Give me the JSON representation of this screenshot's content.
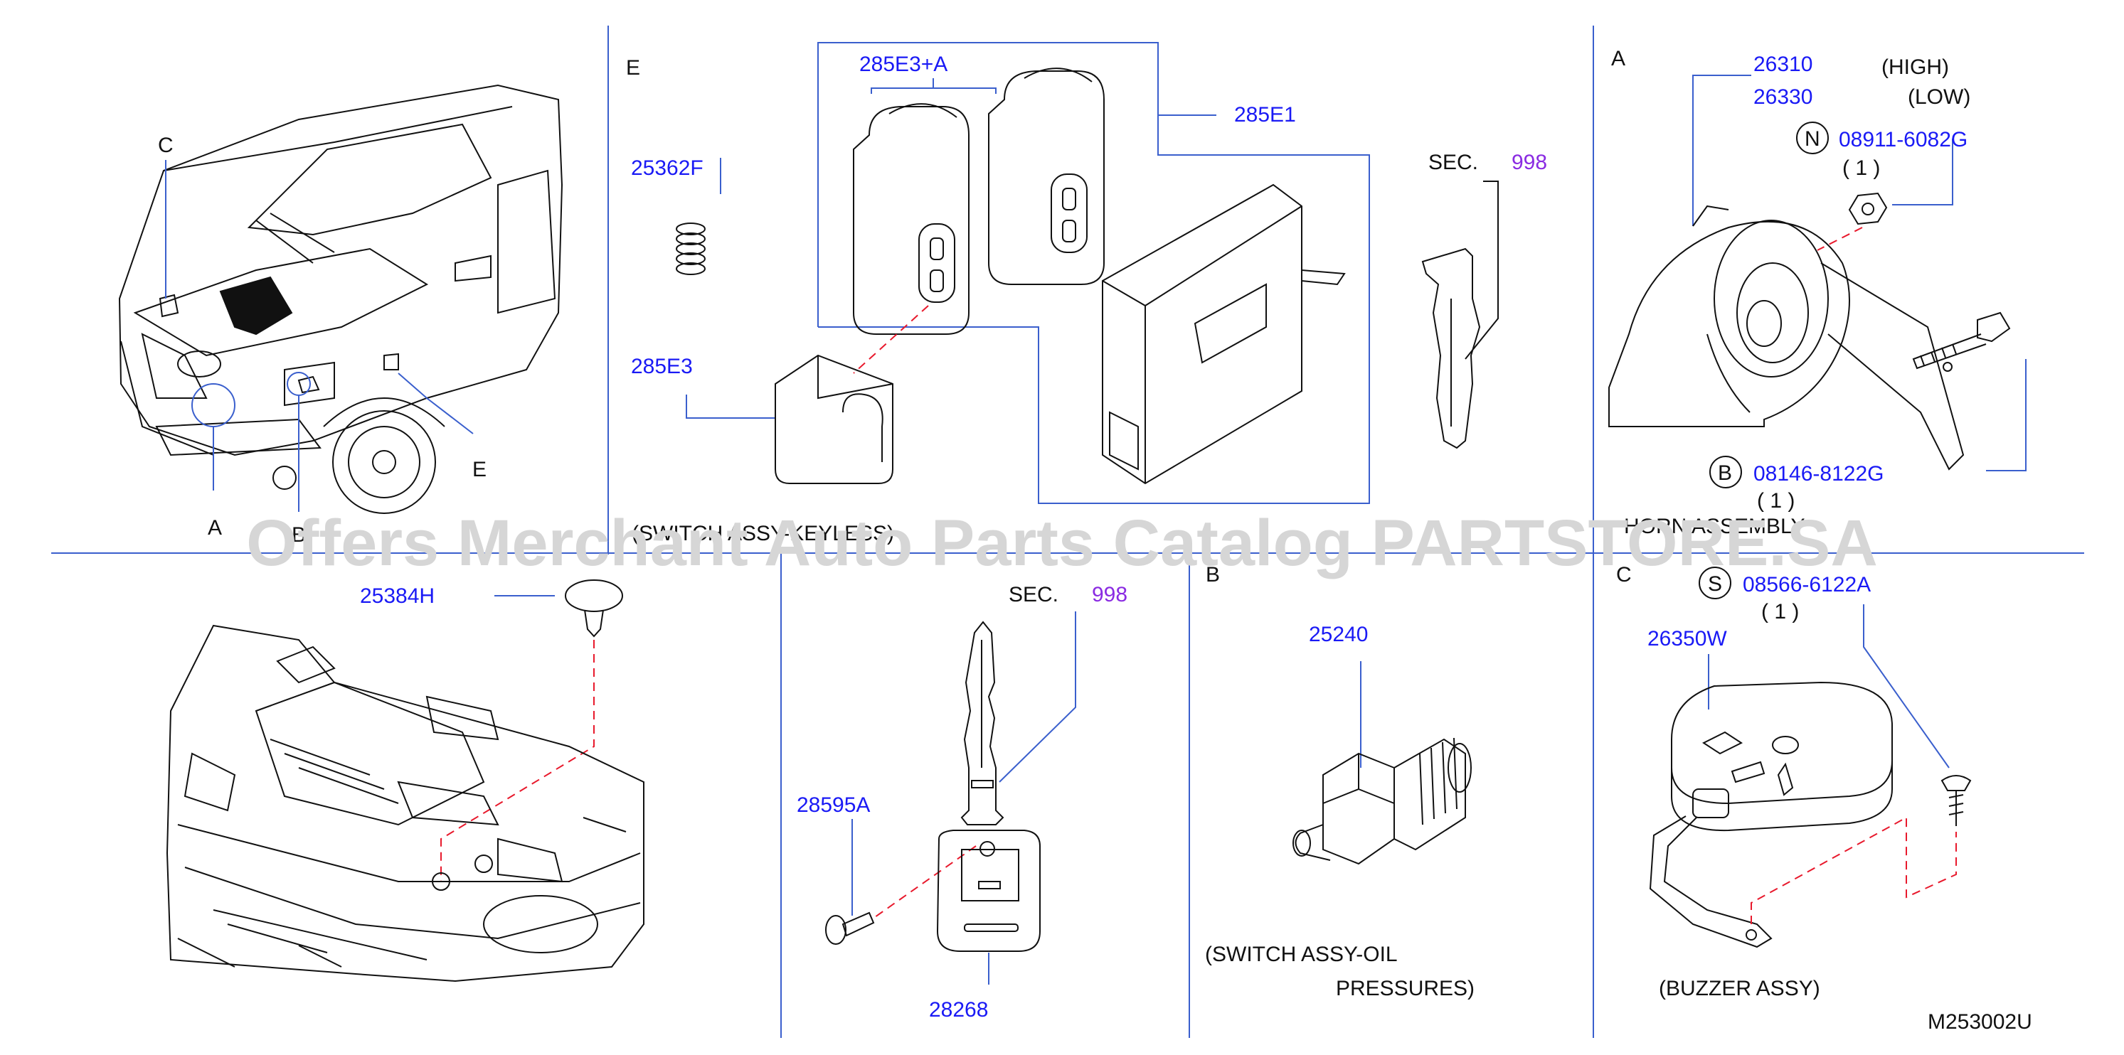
{
  "watermark": "Offers Merchant Auto Parts Catalog PARTSTORE.SA",
  "figure_code": "M253002U",
  "colors": {
    "part_number": "#1a1af5",
    "section_ref": "#8a2be2",
    "line": "#111111",
    "leader_dashed": "#e8192c",
    "section_divider": "#3a5fcd",
    "watermark": "#d6d6d6"
  },
  "vehicle": {
    "callouts": [
      "C",
      "E",
      "B",
      "A"
    ]
  },
  "panel_e": {
    "letter": "E",
    "parts": [
      "285E3+A",
      "285E1",
      "25362F",
      "285E3"
    ],
    "sec_label": "SEC.",
    "sec_number": "998",
    "caption": "(SWITCH ASSY-KEYLESS)"
  },
  "panel_a": {
    "letter": "A",
    "horn_high": "26310",
    "horn_high_note": "(HIGH)",
    "horn_low": "26330",
    "horn_low_note": "(LOW)",
    "nut_letter": "N",
    "nut_part": "08911-6082G",
    "nut_qty": "( 1 )",
    "bolt_letter": "B",
    "bolt_part": "08146-8122G",
    "bolt_qty": "( 1 )",
    "caption": "HORN ASSEMBLY"
  },
  "panel_floor": {
    "part": "25384H"
  },
  "panel_key": {
    "sec_label": "SEC.",
    "sec_number": "998",
    "screw": "28595A",
    "holder": "28268"
  },
  "panel_b": {
    "letter": "B",
    "part": "25240",
    "caption_line1": "(SWITCH  ASSY-OIL",
    "caption_line2": "PRESSURES)"
  },
  "panel_c": {
    "letter": "C",
    "screw_letter": "S",
    "screw_part": "08566-6122A",
    "screw_qty": "( 1 )",
    "part": "26350W",
    "caption": "(BUZZER  ASSY)"
  }
}
